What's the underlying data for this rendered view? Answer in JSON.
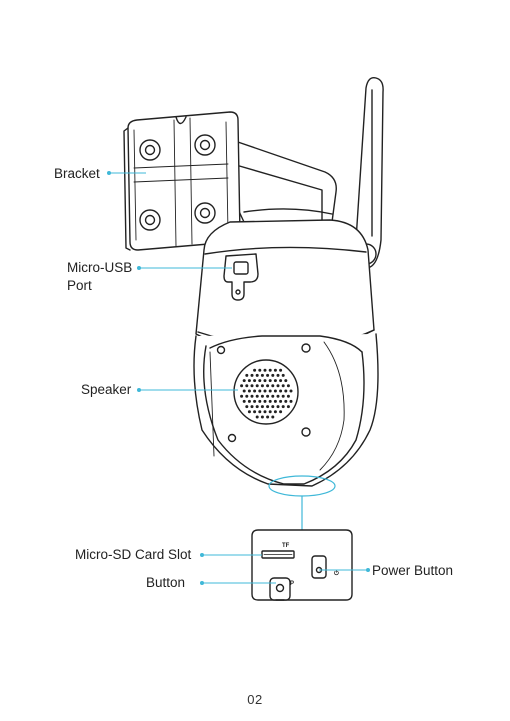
{
  "labels": {
    "bracket": "Bracket",
    "micro_usb_line1": "Micro-USB",
    "micro_usb_line2": "Port",
    "speaker": "Speaker",
    "micro_sd": "Micro-SD Card Slot",
    "button": "Button",
    "power_button": "Power Button"
  },
  "panel": {
    "tf_mark": "TF",
    "reset_mark": "P",
    "power_mark": "⏻"
  },
  "page_number": "02",
  "colors": {
    "leader": "#3fb8d8",
    "stroke": "#222222"
  }
}
